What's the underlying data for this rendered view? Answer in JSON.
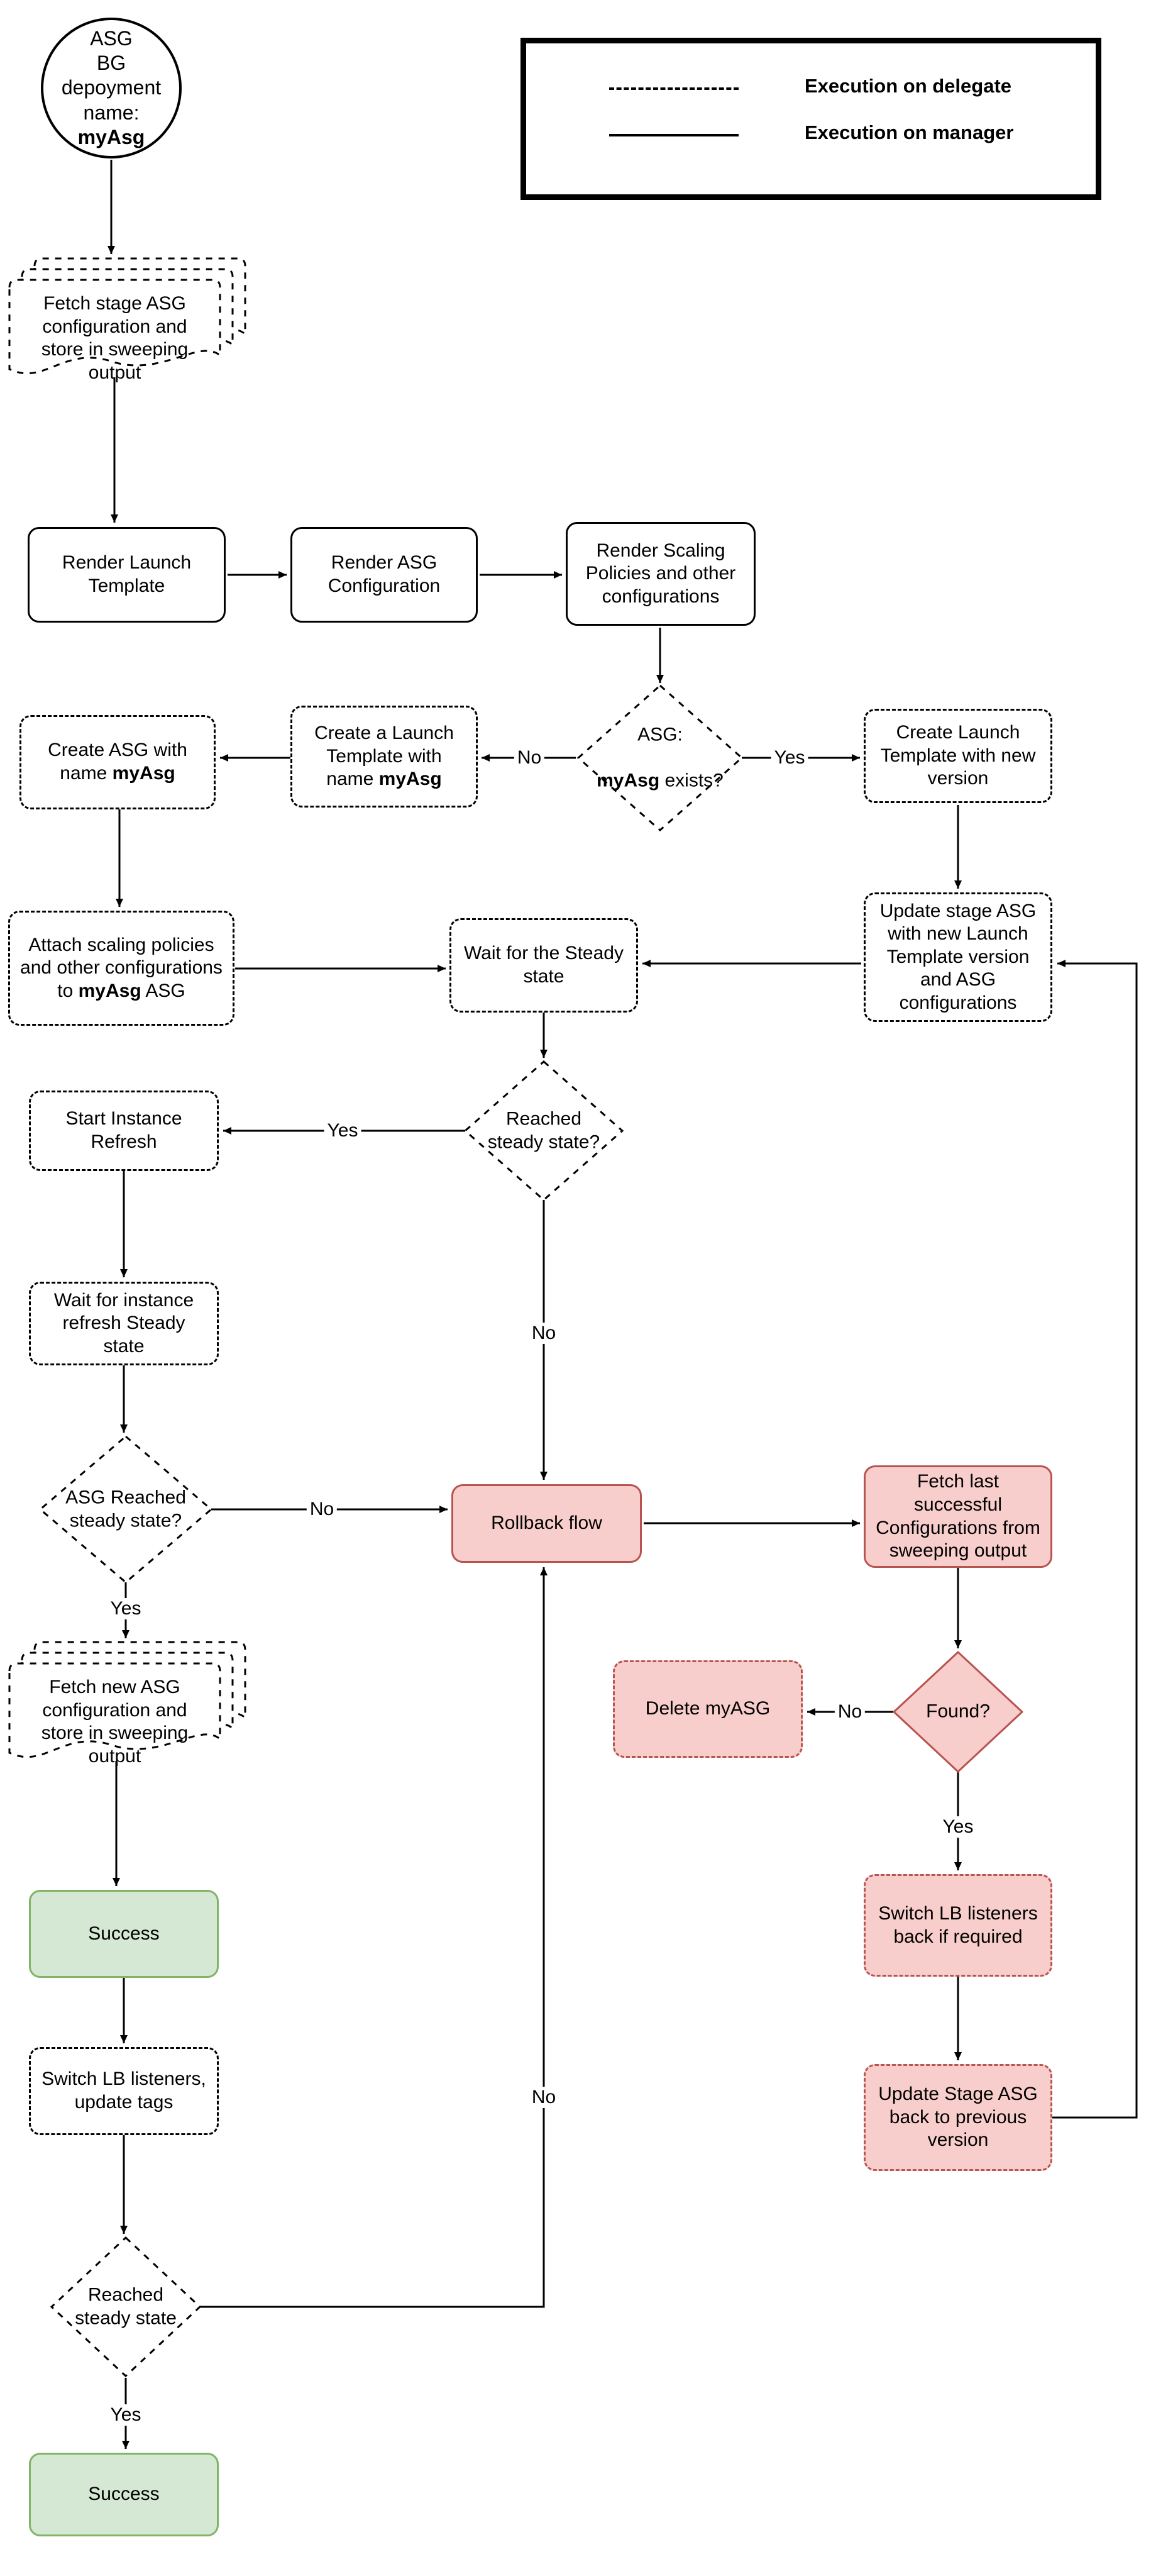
{
  "legend": {
    "items": [
      {
        "style": "dashed",
        "label": "Execution on delegate"
      },
      {
        "style": "solid",
        "label": "Execution on manager"
      }
    ]
  },
  "colors": {
    "line": "#000000",
    "red_fill": "#f8cecc",
    "red_border": "#b85450",
    "green_fill": "#d5e8d4",
    "green_border": "#82b366"
  },
  "nodes": {
    "start": {
      "line1": "ASG",
      "line2": "BG depoyment",
      "line3_prefix": "name: ",
      "line3_bold": "myAsg"
    },
    "fetch_stage": {
      "text": "Fetch stage ASG configuration and store in sweeping output"
    },
    "render_launch": {
      "text": "Render Launch Template"
    },
    "render_asg": {
      "text": "Render ASG Configuration"
    },
    "render_scaling": {
      "text": "Render Scaling Policies and other configurations"
    },
    "asg_exists": {
      "line1": "ASG:",
      "line2_bold": "myAsg",
      "line2_suffix": " exists?"
    },
    "create_launch_myasg": {
      "prefix": "Create a Launch Template with name ",
      "bold": "myAsg"
    },
    "create_asg": {
      "prefix": "Create ASG with name ",
      "bold": "myAsg"
    },
    "attach": {
      "prefix": "Attach scaling policies and other configurations to ",
      "bold": "myAsg",
      "suffix": " ASG"
    },
    "wait_steady": {
      "text": "Wait for the Steady state"
    },
    "update_stage": {
      "text": "Update stage ASG with new Launch Template version and ASG configurations"
    },
    "create_launch_new": {
      "text": "Create Launch Template with new version"
    },
    "reached_steady1": {
      "text": "Reached\nsteady state?"
    },
    "start_refresh": {
      "text": "Start Instance Refresh"
    },
    "wait_instance": {
      "text": "Wait for instance refresh Steady state"
    },
    "asg_reached": {
      "text": "ASG Reached\nsteady state?"
    },
    "rollback": {
      "text": "Rollback flow"
    },
    "fetch_last": {
      "text": "Fetch last successful Configurations from sweeping output"
    },
    "found": {
      "text": "Found?"
    },
    "delete_myasg": {
      "text": "Delete myASG"
    },
    "fetch_new": {
      "text": "Fetch new ASG configuration and store in sweeping output"
    },
    "success1": {
      "text": "Success"
    },
    "switch_lb": {
      "text": "Switch LB listeners, update tags"
    },
    "switch_lb_back": {
      "text": "Switch LB listeners back if required"
    },
    "update_stage_back": {
      "text": "Update Stage ASG back to previous version"
    },
    "reached_steady2": {
      "text": "Reached\nsteady state"
    },
    "success2": {
      "text": "Success"
    }
  },
  "edge_labels": {
    "no_exists": "No",
    "yes_exists": "Yes",
    "yes_reached": "Yes",
    "no_reached": "No",
    "no_asg_reached": "No",
    "yes_asg_reached": "Yes",
    "no_found": "No",
    "yes_found": "Yes",
    "no_bottom": "No",
    "yes_bottom": "Yes"
  }
}
